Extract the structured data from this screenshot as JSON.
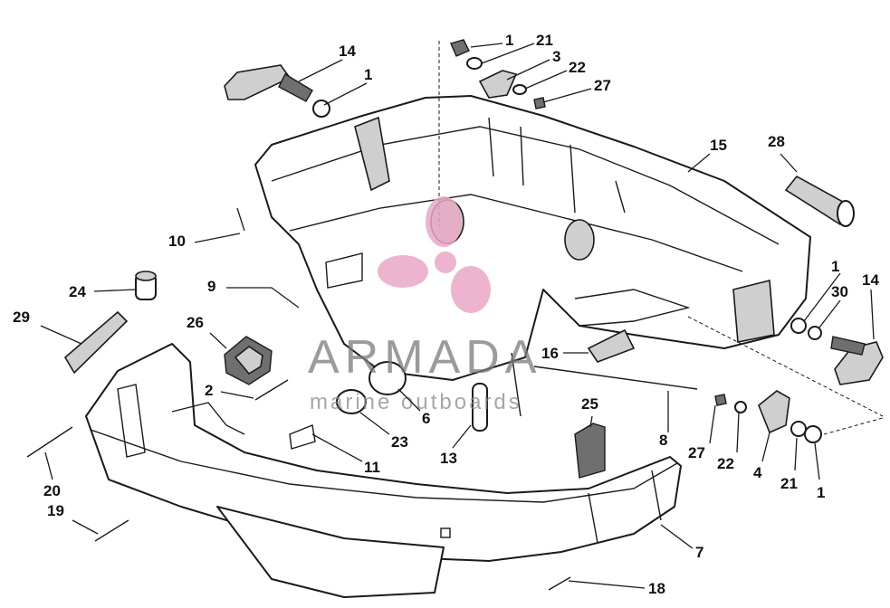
{
  "diagram": {
    "callouts": [
      "1",
      "21",
      "3",
      "22",
      "27",
      "14",
      "1",
      "15",
      "28",
      "10",
      "9",
      "24",
      "29",
      "26",
      "2",
      "1",
      "30",
      "14",
      "16",
      "6",
      "23",
      "13",
      "25",
      "8",
      "27",
      "22",
      "4",
      "21",
      "1",
      "11",
      "20",
      "19",
      "7",
      "18"
    ]
  },
  "watermark": {
    "brand": "ARMADA",
    "tagline": "marine outboards",
    "color": "#e9a8c6"
  }
}
